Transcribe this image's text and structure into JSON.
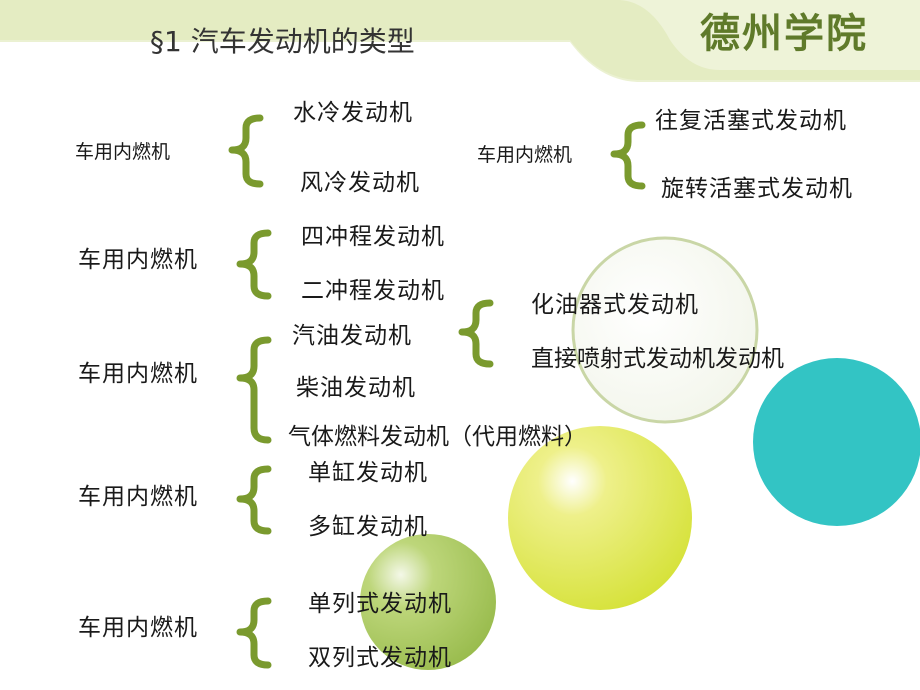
{
  "header": {
    "title": "§1 汽车发动机的类型",
    "brand": "德州学院"
  },
  "groups": [
    {
      "root": "车用内燃机",
      "items": [
        "水冷发动机",
        "风冷发动机"
      ]
    },
    {
      "root": "车用内燃机",
      "items": [
        "往复活塞式发动机",
        "旋转活塞式发动机"
      ]
    },
    {
      "root": "车用内燃机",
      "items": [
        "四冲程发动机",
        "二冲程发动机"
      ]
    },
    {
      "root": "车用内燃机",
      "items": [
        "汽油发动机",
        "柴油发动机",
        "气体燃料发动机（代用燃料）"
      ]
    },
    {
      "root": "",
      "items": [
        "化油器式发动机",
        "直接喷射式发动机发动机"
      ]
    },
    {
      "root": "车用内燃机",
      "items": [
        "单缸发动机",
        "多缸发动机"
      ]
    },
    {
      "root": "车用内燃机",
      "items": [
        "单列式发动机",
        "双列式发动机"
      ]
    }
  ],
  "colors": {
    "bracket": "#7a9a2e",
    "header_band": "#eef3d8",
    "header_band_edge": "#d9e4b0",
    "brand": "#5f7a2a",
    "circle_yellow": "#dce64a",
    "circle_green": "#a8c85a",
    "circle_teal": "#33c4c4"
  }
}
